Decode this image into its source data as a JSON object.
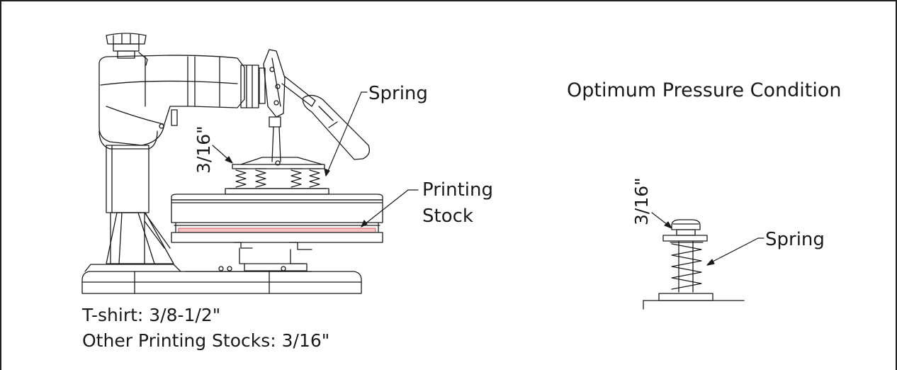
{
  "press": {
    "spring_label": "Spring",
    "gap_label": "3/16\"",
    "stock_label_line1": "Printing",
    "stock_label_line2": "Stock"
  },
  "caption": {
    "line1": "T-shirt: 3/8-1/2\"",
    "line2": "Other Printing Stocks: 3/16\""
  },
  "detail": {
    "title": "Optimum Pressure Condition",
    "gap_label": "3/16\"",
    "spring_label": "Spring"
  },
  "colors": {
    "line": "#1a1a1a",
    "stock": "#e8a0a0"
  }
}
